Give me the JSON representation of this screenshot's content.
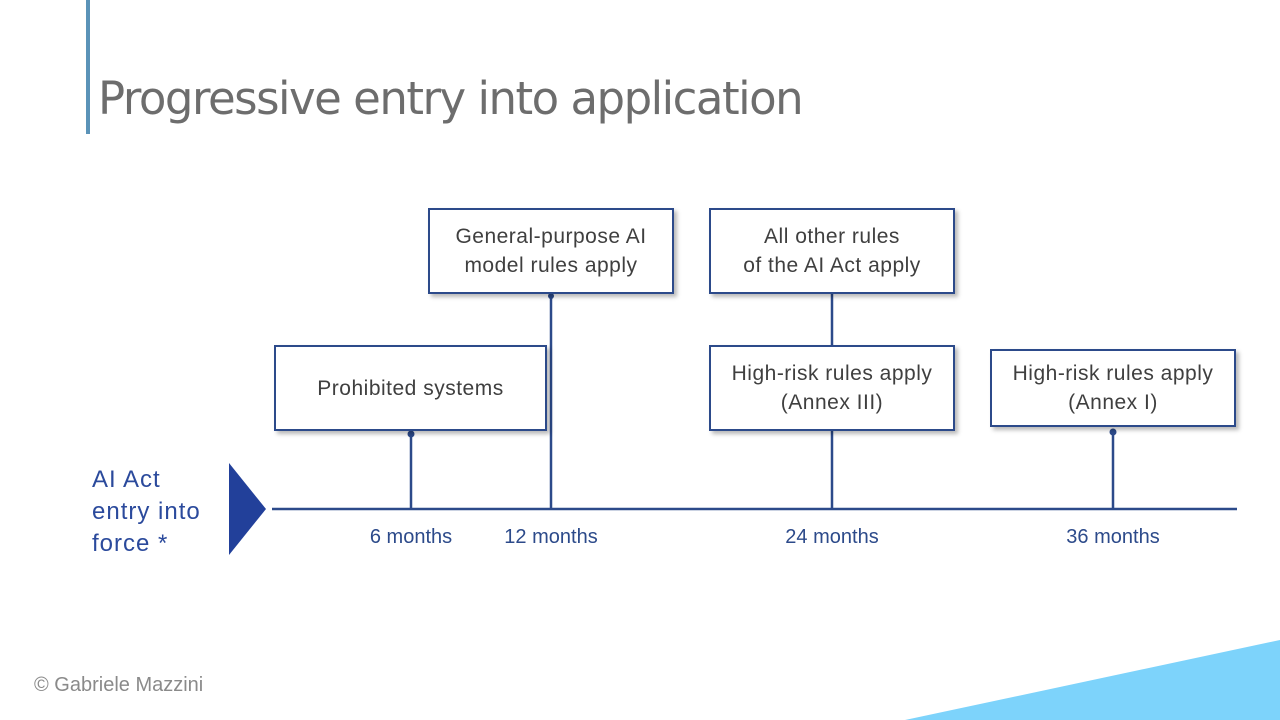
{
  "title": "Progressive entry into application",
  "entry_label": "AI Act\nentry into\nforce *",
  "boxes": {
    "gpai": "General-purpose AI\nmodel rules apply",
    "other": "All other rules\nof the AI Act apply",
    "prohibited": "Prohibited systems",
    "high_risk_3": "High-risk rules apply\n(Annex III)",
    "high_risk_1": "High-risk rules apply\n(Annex I)"
  },
  "months": {
    "m6": "6 months",
    "m12": "12 months",
    "m24": "24 months",
    "m36": "36 months"
  },
  "copyright": "© Gabriele Mazzini",
  "colors": {
    "accent": "#2c4a8a",
    "arrow": "#22409a",
    "corner": "#7dd3fb",
    "title": "#6d6d6d"
  }
}
